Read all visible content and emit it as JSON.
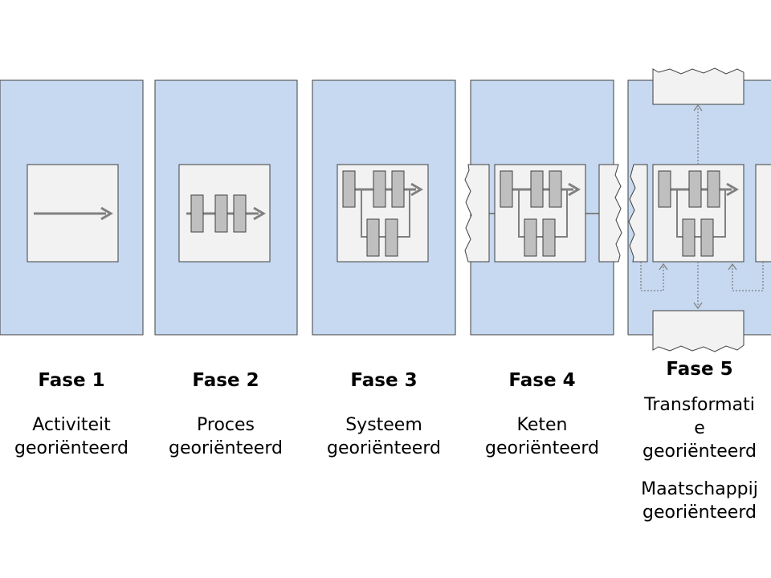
{
  "phases": [
    {
      "title": "Fase 1",
      "line1": "Activiteit",
      "line2": "georiënteerd"
    },
    {
      "title": "Fase 2",
      "line1": "Proces",
      "line2": "georiënteerd"
    },
    {
      "title": "Fase 3",
      "line1": "Systeem",
      "line2": "georiënteerd"
    },
    {
      "title": "Fase 4",
      "line1": "Keten",
      "line2": "georiënteerd"
    },
    {
      "title": "Fase 5",
      "line1": "Transformati",
      "line1b": "e",
      "line2": "georiënteerd",
      "line3": "Maatschappij",
      "line4": "georiënteerd"
    }
  ],
  "colors": {
    "panel": "#c6d9f0",
    "box": "#f2f2f2",
    "gray": "#808080",
    "block": "#bfbfbf"
  }
}
